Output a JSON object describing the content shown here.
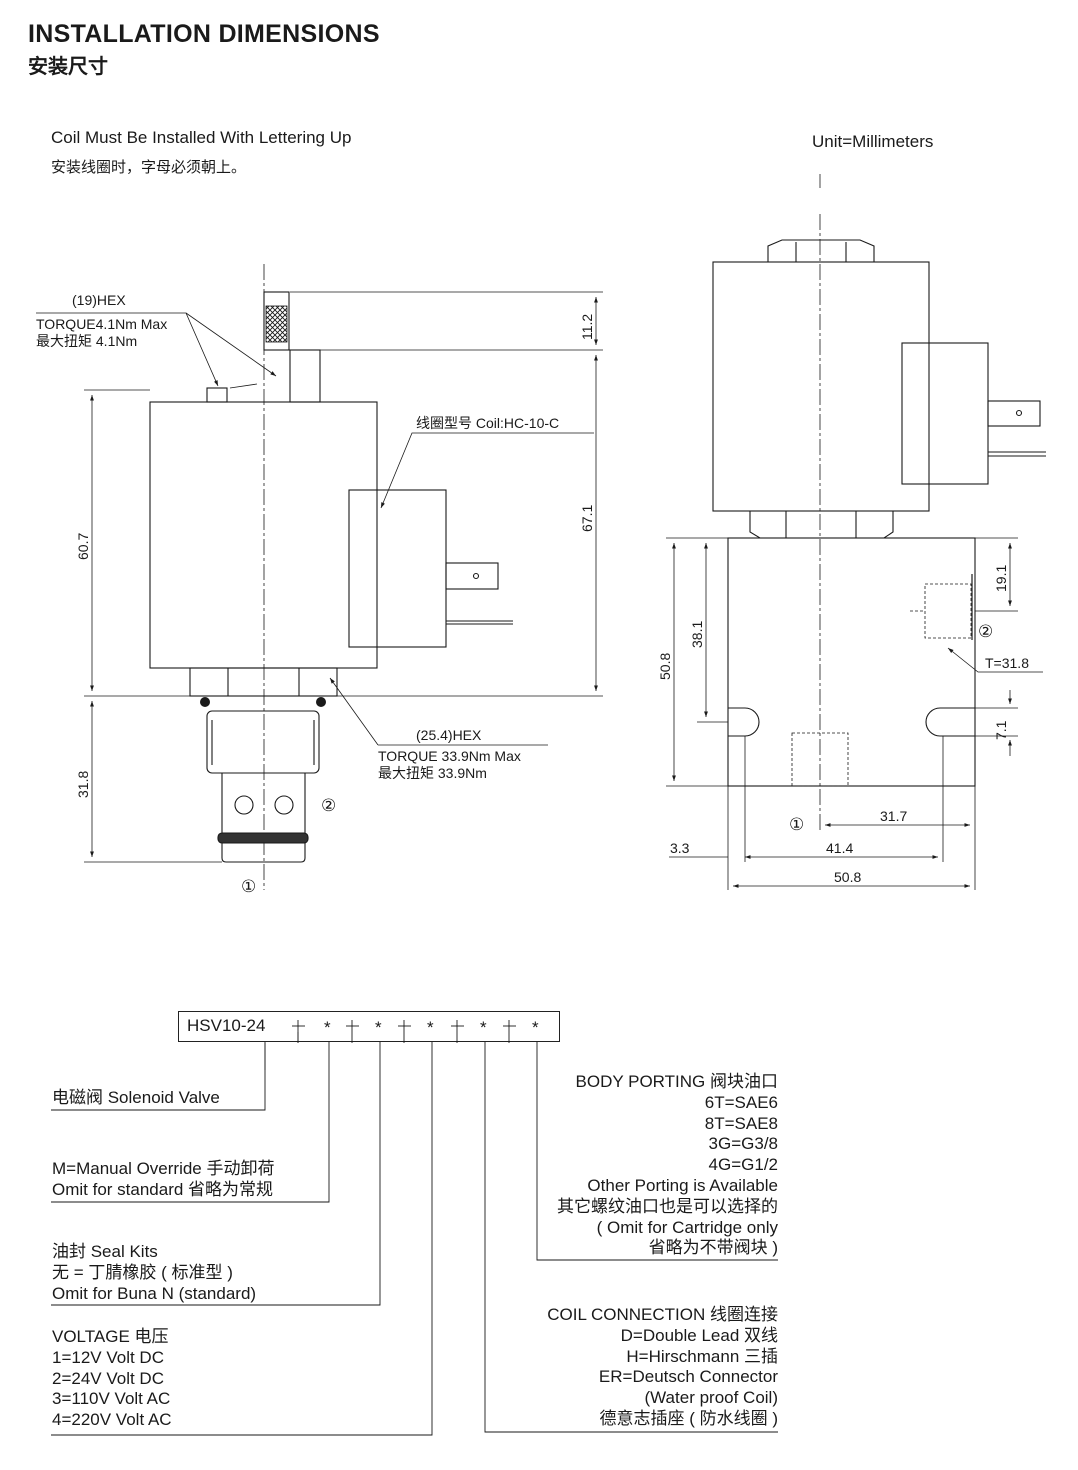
{
  "header": {
    "title_en": "INSTALLATION DIMENSIONS",
    "title_cn": "安装尺寸"
  },
  "notes": {
    "coil_en": "Coil Must Be Installed With Lettering Up",
    "coil_cn": "安装线圈时，字母必须朝上。",
    "unit": "Unit=Millimeters"
  },
  "left_view": {
    "hex_small": "(19)HEX",
    "torque_small_en": "TORQUE4.1Nm Max",
    "torque_small_cn": "最大扭矩 4.1Nm",
    "coil_label": "线圈型号 Coil:HC-10-C",
    "hex_large": "(25.4)HEX",
    "torque_large_en": "TORQUE 33.9Nm Max",
    "torque_large_cn": "最大扭矩 33.9Nm",
    "dim_11_2": "11.2",
    "dim_67_1": "67.1",
    "dim_60_7": "60.7",
    "dim_31_8": "31.8",
    "port_1": "①",
    "port_2": "②"
  },
  "right_view": {
    "dim_19_1": "19.1",
    "dim_38_1": "38.1",
    "dim_50_8_v": "50.8",
    "dim_7_1": "7.1",
    "t_label": "T=31.8",
    "dim_31_7": "31.7",
    "dim_3_3": "3.3",
    "dim_41_4": "41.4",
    "dim_50_8_h": "50.8",
    "port_1": "①",
    "port_2": "②"
  },
  "ordering_code": {
    "model": "HSV10-24",
    "fields": [
      "*",
      "*",
      "*",
      "*",
      "*"
    ],
    "solenoid": "电磁阀 Solenoid Valve",
    "override": [
      "M=Manual Override 手动卸荷",
      "Omit for standard 省略为常规"
    ],
    "seal": [
      "油封 Seal Kits",
      "无 = 丁腈橡胶 ( 标准型 )",
      "Omit for Buna N (standard)"
    ],
    "voltage": [
      "VOLTAGE 电压",
      "1=12V Volt DC",
      "2=24V Volt DC",
      "3=110V Volt AC",
      "4=220V Volt AC"
    ],
    "body_porting": [
      "BODY PORTING 阀块油口",
      "6T=SAE6",
      "8T=SAE8",
      "3G=G3/8",
      "4G=G1/2",
      "Other Porting is Available",
      "其它螺纹油口也是可以选择的",
      "( Omit for Cartridge only",
      "省略为不带阀块 )"
    ],
    "coil_connection": [
      "COIL CONNECTION 线圈连接",
      "D=Double Lead 双线",
      "H=Hirschmann 三插",
      "ER=Deutsch Connector",
      "(Water proof Coil)",
      "德意志插座 ( 防水线圈 )"
    ]
  }
}
